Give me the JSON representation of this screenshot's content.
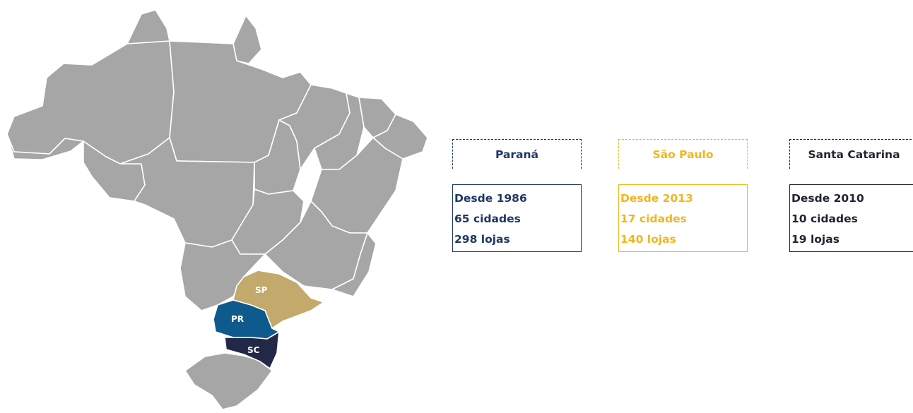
{
  "map": {
    "highlighted_states": [
      {
        "abbr": "SP",
        "name": "São Paulo",
        "color": "#c4a96c"
      },
      {
        "abbr": "PR",
        "name": "Paraná",
        "color": "#0f5a8c"
      },
      {
        "abbr": "SC",
        "name": "Santa Catarina",
        "color": "#232848"
      }
    ],
    "base_color": "#a6a6a6"
  },
  "cards": [
    {
      "state": "Paraná",
      "since": "Desde 1986",
      "cities": "65 cidades",
      "stores": "298 lojas",
      "color": "#1f3864"
    },
    {
      "state": "São Paulo",
      "since": "Desde 2013",
      "cities": "17 cidades",
      "stores": "140 lojas",
      "color": "#f2b51d"
    },
    {
      "state": "Santa Catarina",
      "since": "Desde 2010",
      "cities": "10 cidades",
      "stores": "19 lojas",
      "color": "#1f2430"
    }
  ]
}
